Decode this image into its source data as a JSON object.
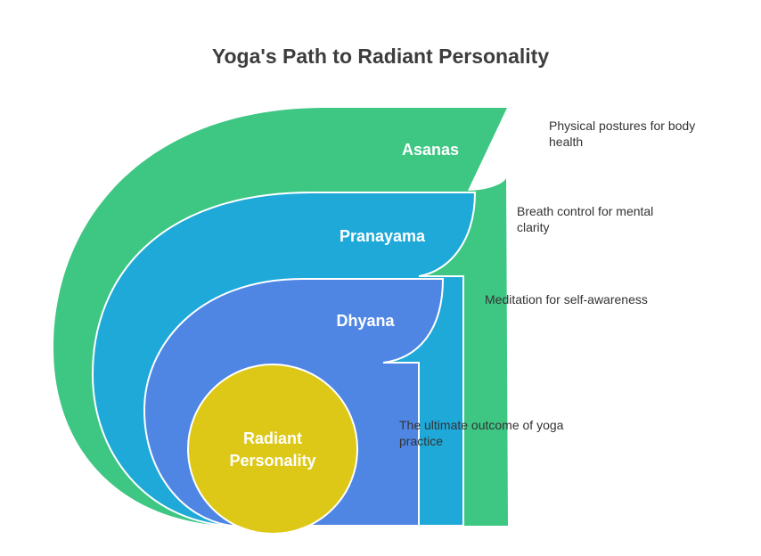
{
  "title": "Yoga's Path to Radiant Personality",
  "layers": [
    {
      "label": "Asanas",
      "description": "Physical postures for body health",
      "color": "#3ec683"
    },
    {
      "label": "Pranayama",
      "description": "Breath control for mental clarity",
      "color": "#1fa9d9"
    },
    {
      "label": "Dhyana",
      "description": "Meditation for self-awareness",
      "color": "#4f86e4"
    },
    {
      "label_line1": "Radiant",
      "label_line2": "Personality",
      "description": "The ultimate outcome of yoga practice",
      "color": "#ddc817"
    }
  ]
}
